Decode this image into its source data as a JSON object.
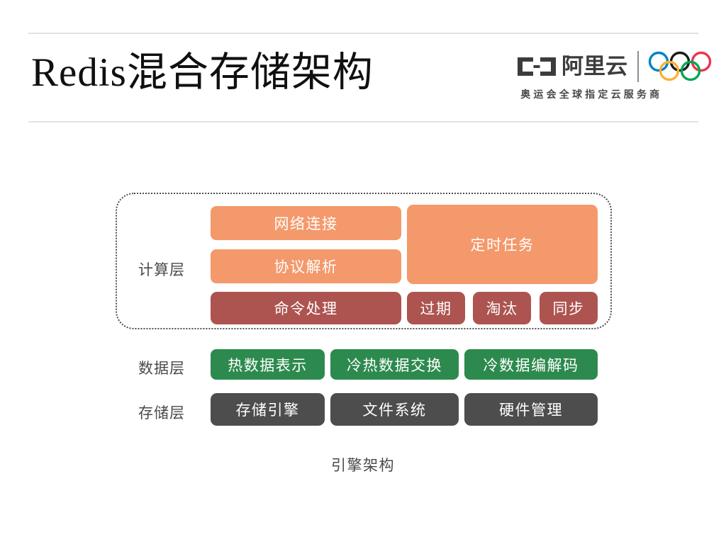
{
  "slide": {
    "title": "Redis混合存储架构",
    "caption": "引擎架构"
  },
  "logo": {
    "wordmark": "阿里云",
    "tagline": "奥运会全球指定云服务商",
    "mark_color": "#3c3c3c",
    "rings": [
      {
        "name": "ring-blue",
        "color": "#0081C8"
      },
      {
        "name": "ring-black",
        "color": "#1A1A1A"
      },
      {
        "name": "ring-red",
        "color": "#EE334E"
      },
      {
        "name": "ring-yellow",
        "color": "#FCB131"
      },
      {
        "name": "ring-green",
        "color": "#00A651"
      }
    ]
  },
  "diagram": {
    "layers": [
      {
        "label": "计算层",
        "name": "compute-layer",
        "boxes": [
          {
            "text": "网络连接",
            "color": "#f4996b"
          },
          {
            "text": "协议解析",
            "color": "#f4996b"
          },
          {
            "text": "命令处理",
            "color": "#ad5450"
          },
          {
            "text": "定时任务",
            "color": "#f4996b"
          },
          {
            "text": "过期",
            "color": "#ad5450"
          },
          {
            "text": "淘汰",
            "color": "#ad5450"
          },
          {
            "text": "同步",
            "color": "#ad5450"
          }
        ]
      },
      {
        "label": "数据层",
        "name": "data-layer",
        "boxes": [
          {
            "text": "热数据表示",
            "color": "#2d8a4e"
          },
          {
            "text": "冷热数据交换",
            "color": "#2d8a4e"
          },
          {
            "text": "冷数据编解码",
            "color": "#2d8a4e"
          }
        ]
      },
      {
        "label": "存储层",
        "name": "storage-layer",
        "boxes": [
          {
            "text": "存储引擎",
            "color": "#4d4d4d"
          },
          {
            "text": "文件系统",
            "color": "#4d4d4d"
          },
          {
            "text": "硬件管理",
            "color": "#4d4d4d"
          }
        ]
      }
    ]
  },
  "colors": {
    "orange": "#f4996b",
    "red": "#ad5450",
    "green": "#2d8a4e",
    "gray": "#4d4d4d",
    "rule": "#e2e2e2",
    "text": "#4a4a4a"
  }
}
